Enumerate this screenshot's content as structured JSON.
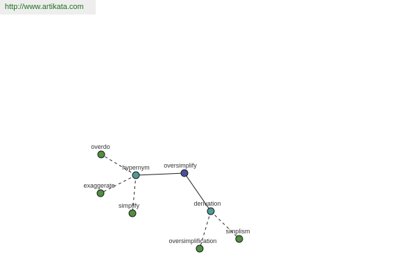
{
  "site": {
    "url_text": "http://www.artikata.com"
  },
  "colors": {
    "root_fill": "#4b4f9a",
    "relation_fill": "#4f9a94",
    "leaf_fill": "#4f8f3f",
    "solid_edge": "#1a1a1a",
    "dashed_edge": "#222222"
  },
  "graph": {
    "nodes": [
      {
        "id": "oversimplify",
        "label": "oversimplify",
        "kind": "root"
      },
      {
        "id": "hypernym",
        "label": "hypernym",
        "kind": "relation"
      },
      {
        "id": "derivation",
        "label": "derivation",
        "kind": "relation"
      },
      {
        "id": "overdo",
        "label": "overdo",
        "kind": "leaf"
      },
      {
        "id": "exaggerate",
        "label": "exaggerate",
        "kind": "leaf"
      },
      {
        "id": "simplify",
        "label": "simplify",
        "kind": "leaf"
      },
      {
        "id": "oversimplification",
        "label": "oversimplification",
        "kind": "leaf"
      },
      {
        "id": "simplism",
        "label": "simplism",
        "kind": "leaf"
      }
    ],
    "edges": [
      {
        "from": "oversimplify",
        "to": "hypernym",
        "style": "solid"
      },
      {
        "from": "oversimplify",
        "to": "derivation",
        "style": "solid"
      },
      {
        "from": "hypernym",
        "to": "overdo",
        "style": "dashed"
      },
      {
        "from": "hypernym",
        "to": "exaggerate",
        "style": "dashed"
      },
      {
        "from": "hypernym",
        "to": "simplify",
        "style": "dashed"
      },
      {
        "from": "derivation",
        "to": "oversimplification",
        "style": "dashed"
      },
      {
        "from": "derivation",
        "to": "simplism",
        "style": "dashed"
      }
    ]
  }
}
